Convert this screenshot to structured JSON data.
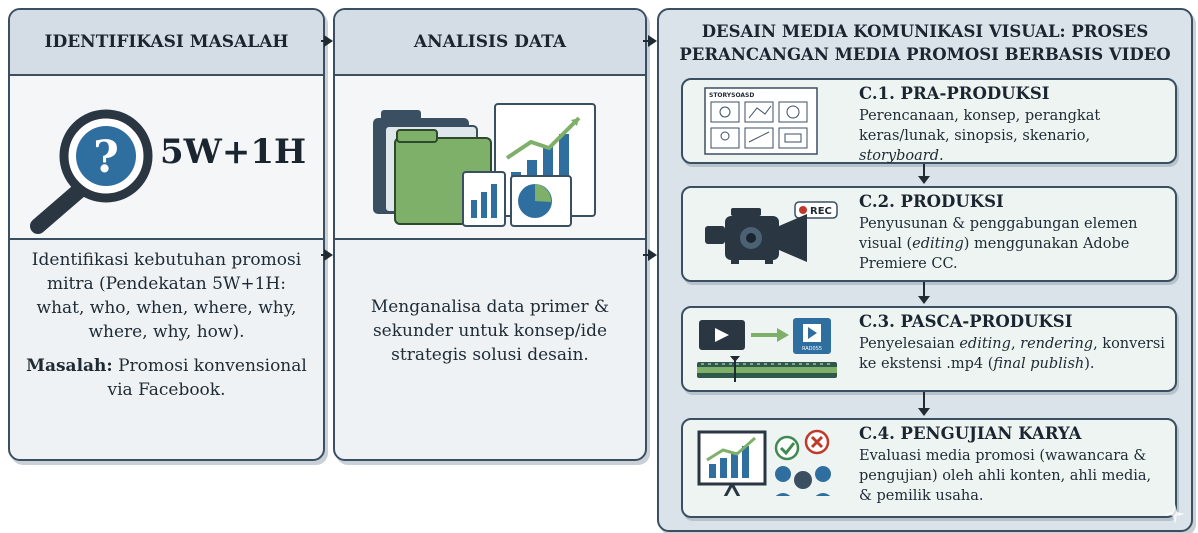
{
  "panel1": {
    "title": "IDENTIFIKASI MASALAH",
    "badge": "5W+1H",
    "body": "Identifikasi kebutuhan promosi mitra (Pendekatan 5W+1H: what, who, when, where, why, where, why, how).",
    "problem_label": "Masalah:",
    "problem_text": " Promosi konvensional via Facebook.",
    "icon": "magnifier-question-icon"
  },
  "panel2": {
    "title": "ANALISIS DATA",
    "body": "Menganalisa data primer & sekunder untuk konsep/ide strategis solusi desain.",
    "icon": "folders-charts-icon"
  },
  "panel3": {
    "title_line1": "DESAIN MEDIA KOMUNIKASI VISUAL: PROSES",
    "title_line2": "PERANCANGAN MEDIA PROMOSI BERBASIS VIDEO",
    "stages": [
      {
        "title": "C.1. PRA-PRODUKSI",
        "desc_plain": "Perencanaan, konsep, perangkat keras/lunak, sinopsis, skenario, ",
        "desc_italic": "storyboard",
        "desc_end": ".",
        "thumb_label": "STORYSOASD",
        "icon": "storyboard-icon"
      },
      {
        "title": "C.2. PRODUKSI",
        "desc_a": "Penyusunan & penggabungan elemen visual (",
        "desc_italic": "editing",
        "desc_b": ") menggunakan Adobe Premiere CC.",
        "rec_label": "REC",
        "icon": "video-camera-icon"
      },
      {
        "title": "C.3. PASCA-PRODUKSI",
        "desc_a": "Penyelesaian ",
        "desc_it1": "editing",
        "desc_b": ", ",
        "desc_it2": "rendering",
        "desc_c": ", konversi ke ekstensi .mp4 (",
        "desc_it3": "final publish",
        "desc_d": ").",
        "thumb_label": "RAD0S5",
        "icon": "render-timeline-icon"
      },
      {
        "title": "C.4. PENGUJIAN KARYA",
        "desc_plain": "Evaluasi media promosi (wawancara & pengujian) oleh ahli konten, ahli media, & pemilik usaha.",
        "icon": "presentation-evaluation-icon"
      }
    ]
  },
  "colors": {
    "panel_border": "#3b4f63",
    "header_bg": "#d4dde5",
    "folder_green": "#7fb069",
    "chart_blue": "#2f6f9f",
    "rec_red": "#c0392b",
    "check_green": "#3f8a50"
  }
}
